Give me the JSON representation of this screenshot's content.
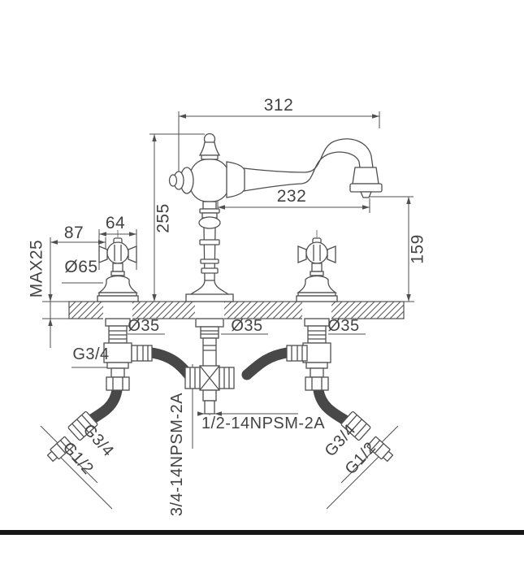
{
  "drawing": {
    "colors": {
      "line": "#4f4f4f",
      "hose": "#484848",
      "text": "#434343",
      "footer_bar": "#161616",
      "background": "#ffffff"
    },
    "dimensions": {
      "spout_reach_overall": "312",
      "spout_reach_to_outlet": "232",
      "body_height": "255",
      "outlet_height_above_deck": "159",
      "left_offset": "87",
      "handle_width": "64",
      "max_counter_thickness": "MAX25",
      "handle_base_diameter": "Ø65",
      "hole_diameter_left": "Ø35",
      "hole_diameter_center": "Ø35",
      "hole_diameter_right": "Ø35"
    },
    "connections": {
      "valve_body_thread": "G3/4",
      "center_outlet_thread": "1/2-14NPSM-2A",
      "tee_side_thread": "3/4-14NPSM-2A",
      "left_hose_thread_large": "G3/4",
      "left_hose_thread_small": "G1/2",
      "right_hose_thread_large": "G3/4",
      "right_hose_thread_small": "G1/2"
    }
  }
}
